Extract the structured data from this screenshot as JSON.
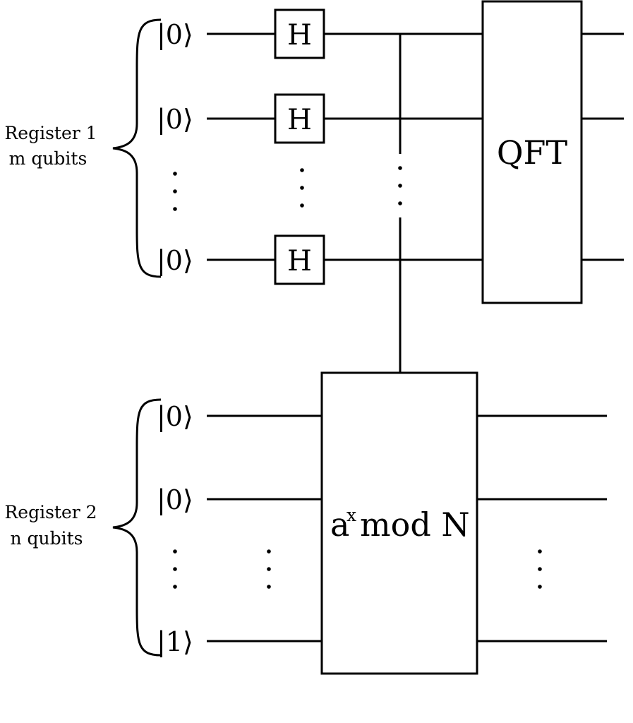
{
  "register1": {
    "label": "Register 1",
    "sublabel": "m qubits",
    "kets": [
      "|0⟩",
      "|0⟩",
      "|0⟩"
    ]
  },
  "register2": {
    "label": "Register 2",
    "sublabel": "n qubits",
    "kets": [
      "|0⟩",
      "|0⟩",
      "|1⟩"
    ]
  },
  "gates": {
    "hadamard": "H",
    "qft": "QFT",
    "modexp_base": "a",
    "modexp_exp": "x",
    "modexp_rest": "mod N"
  }
}
